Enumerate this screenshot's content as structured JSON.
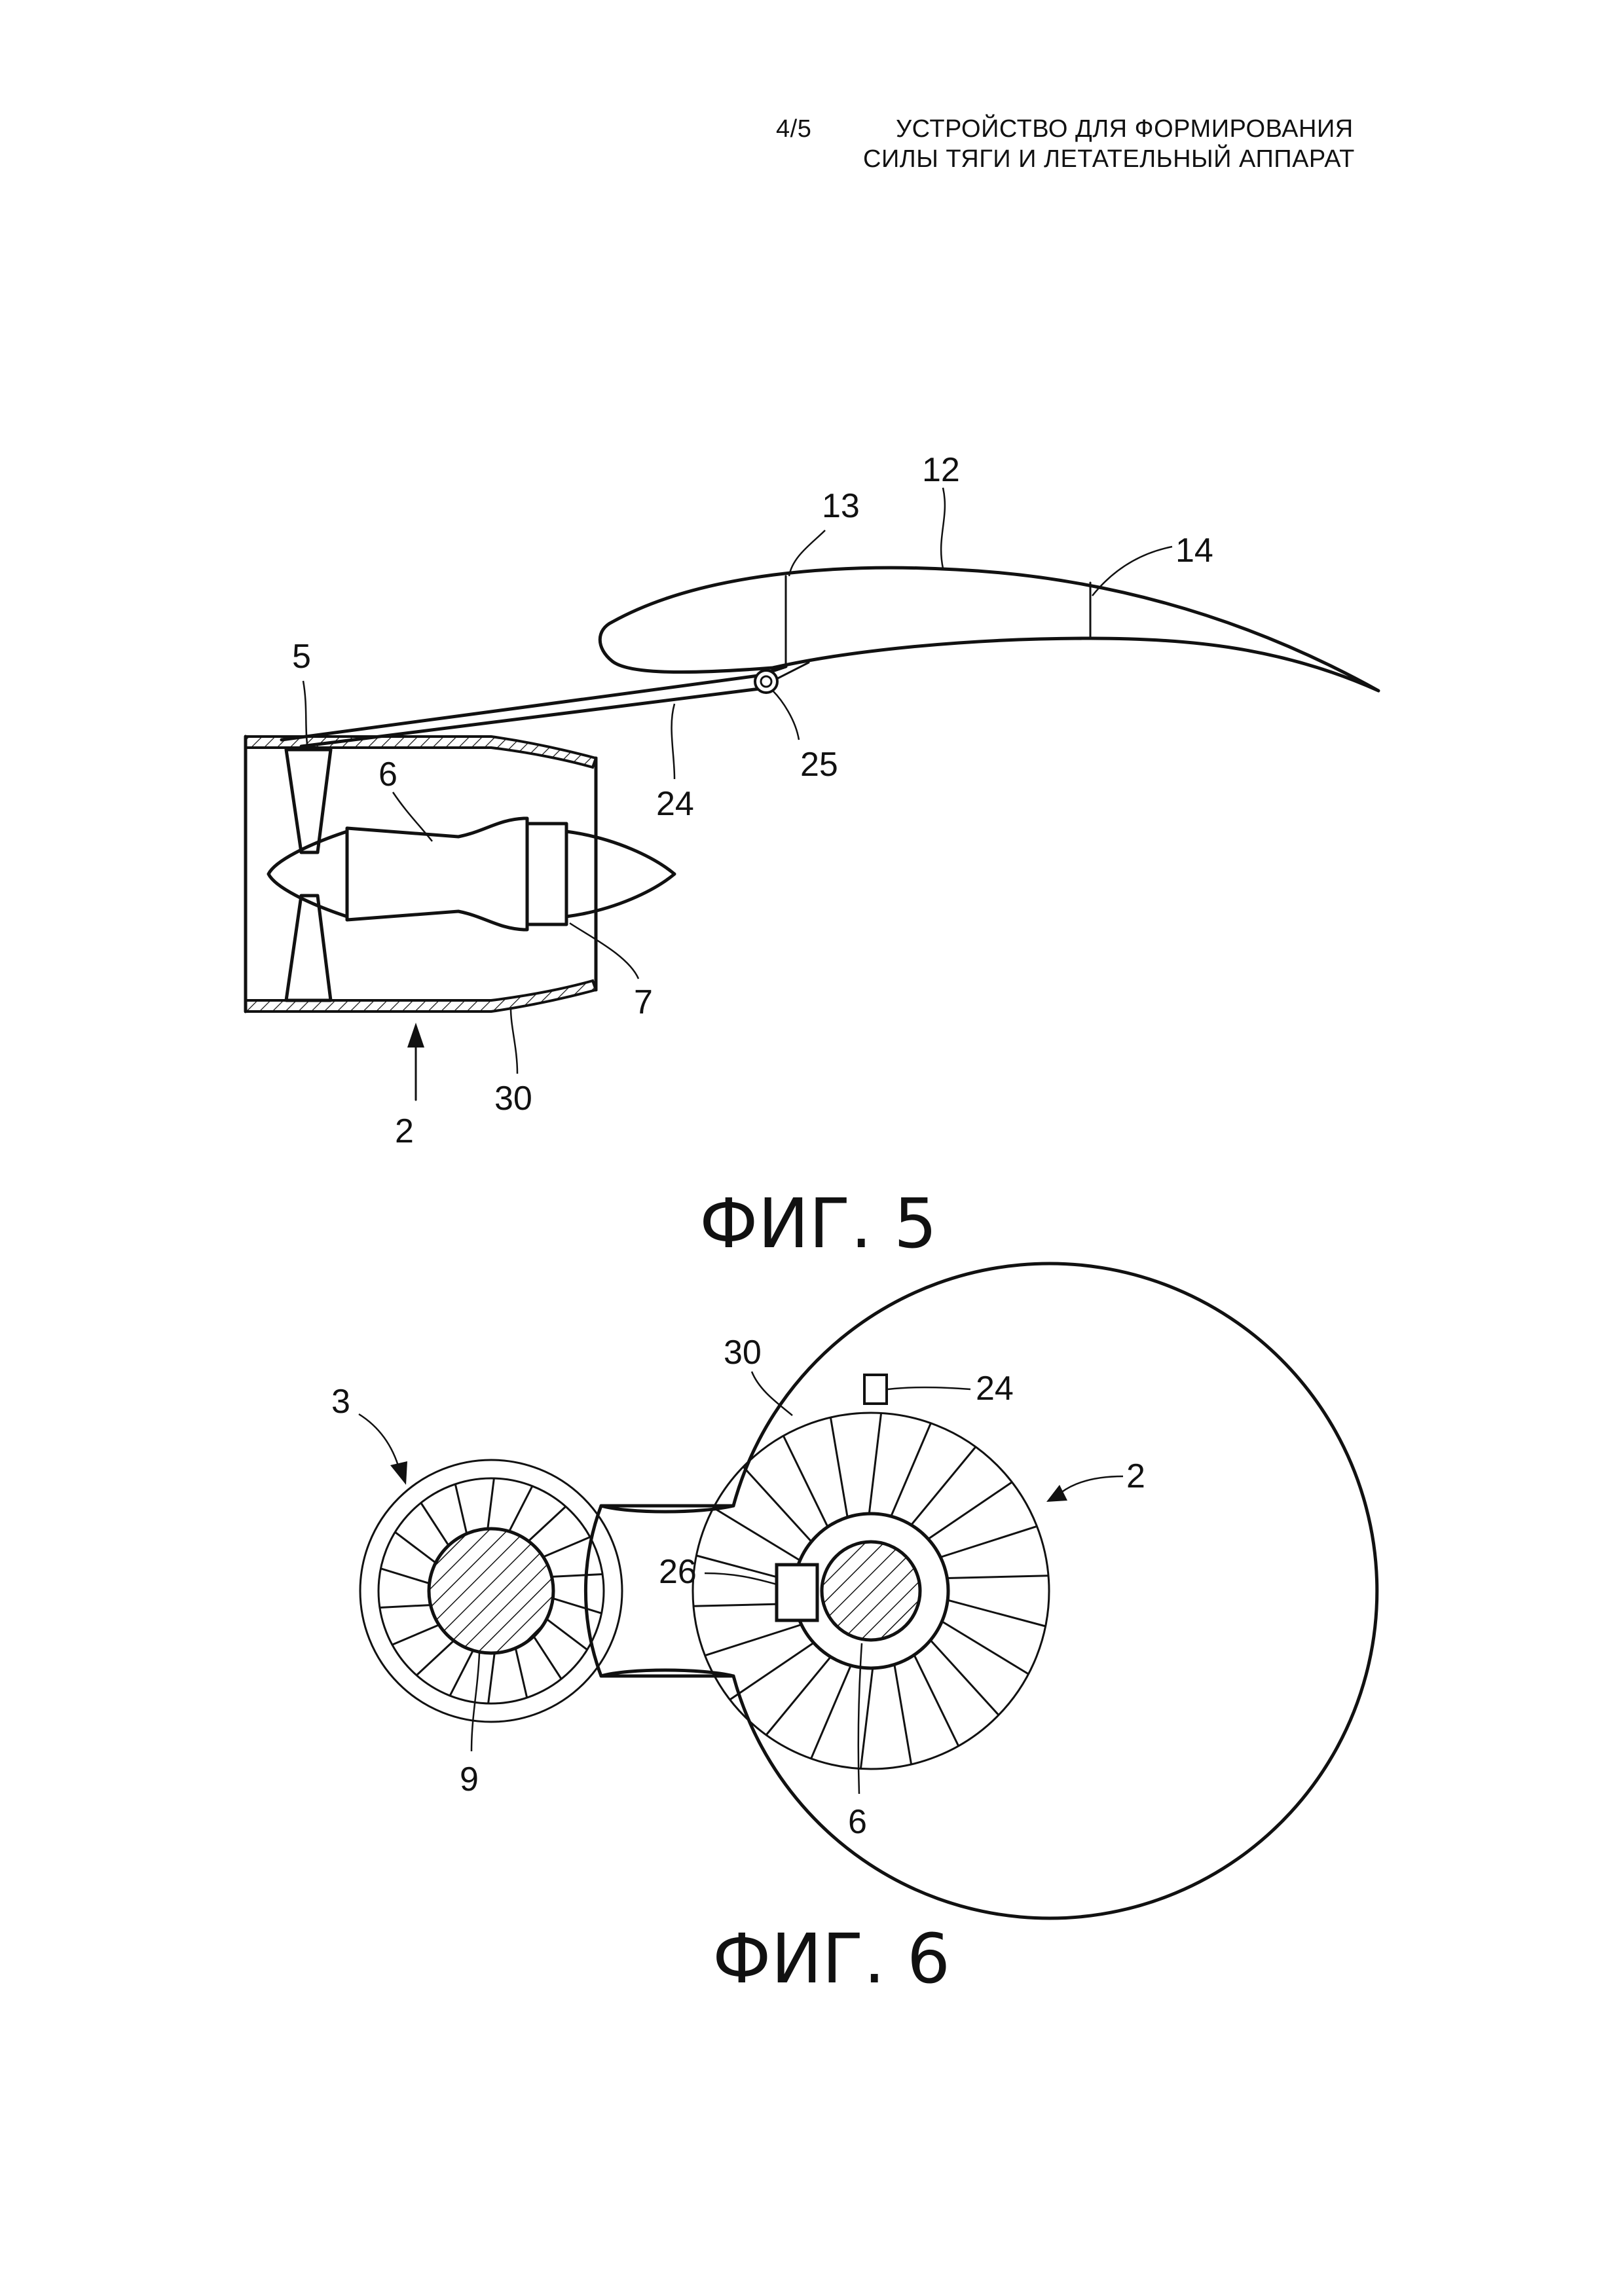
{
  "header": {
    "page_number": "4/5",
    "title_line1": "УСТРОЙСТВО ДЛЯ ФОРМИРОВАНИЯ",
    "title_line2": "СИЛЫ ТЯГИ И ЛЕТАТЕЛЬНЫЙ АППАРАТ"
  },
  "fig5": {
    "caption": "ФИГ. 5",
    "labels": {
      "l12": "12",
      "l13": "13",
      "l14": "14",
      "l5": "5",
      "l6": "6",
      "l24": "24",
      "l25": "25",
      "l7": "7",
      "l30": "30",
      "l2": "2"
    }
  },
  "fig6": {
    "caption": "ФИГ. 6",
    "labels": {
      "l3": "3",
      "l30": "30",
      "l24": "24",
      "l2": "2",
      "l26": "26",
      "l9": "9",
      "l6": "6"
    }
  }
}
